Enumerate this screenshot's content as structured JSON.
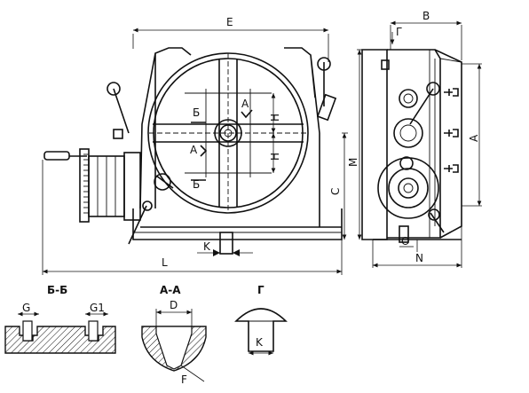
{
  "dimensions": {
    "E": "E",
    "B": "B",
    "G_top": "Г",
    "L": "L",
    "C": "C",
    "M": "M",
    "H_upper": "H",
    "H_lower": "H",
    "K": "K",
    "A": "A",
    "O": "O",
    "N": "N"
  },
  "section_marks": {
    "b_upper": "Б",
    "b_lower": "Б",
    "a_upper": "А",
    "a_lower": "А"
  },
  "sections": {
    "bb_title": "Б-Б",
    "G": "G",
    "G1": "G1",
    "aa_title": "А-А",
    "D": "D",
    "F": "F",
    "g_title": "Г",
    "K": "K"
  }
}
